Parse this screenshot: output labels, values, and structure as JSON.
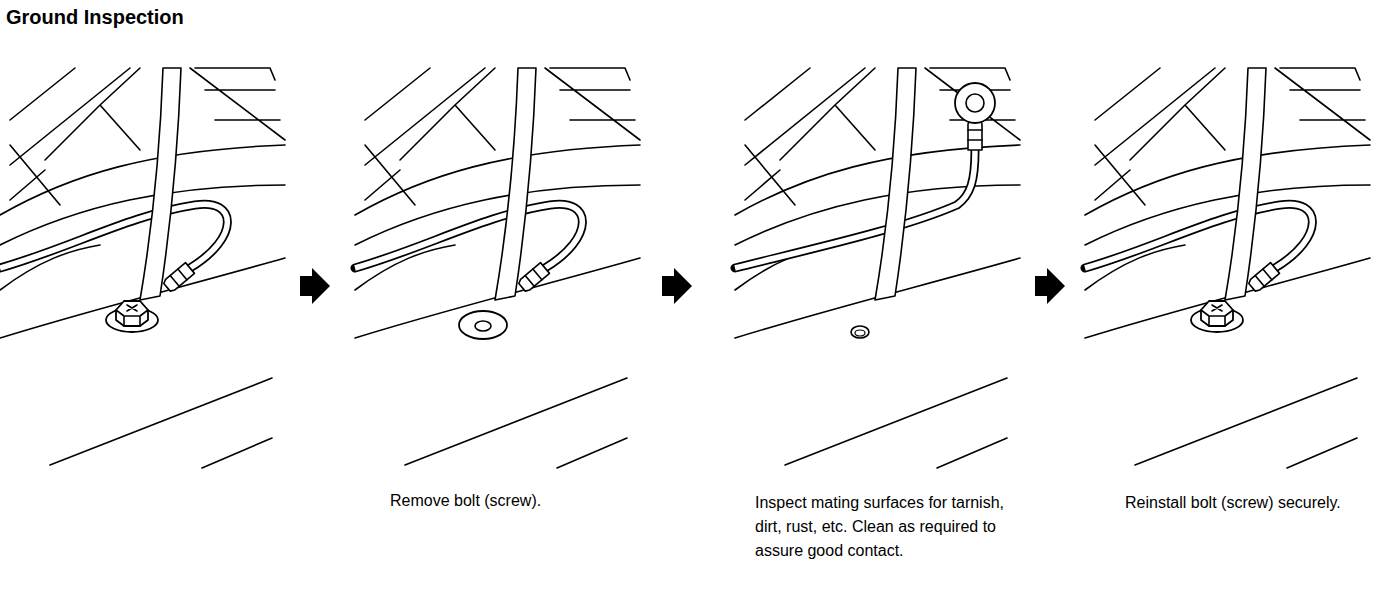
{
  "diagram": {
    "title": "Ground Inspection",
    "labels": [
      "Remove bolt (screw).",
      "Inspect mating surfaces for tarnish, dirt, rust, etc. Clean as required to assure good contact.",
      "Reinstall bolt (screw) securely."
    ]
  }
}
